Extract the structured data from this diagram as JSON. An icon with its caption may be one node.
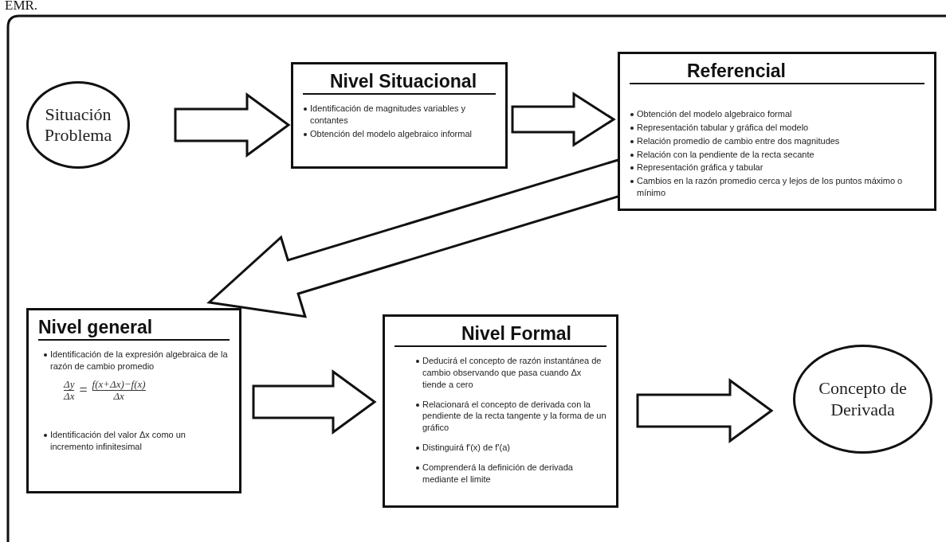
{
  "diagram": {
    "nodes": [
      {
        "text": [
          "Situación Problema"
        ]
      },
      {
        "text": [
          "Nivel Situacional",
          "Identificación de  magnitudes variables y contantes",
          "Obtención del modelo algebraico informal"
        ]
      },
      {
        "text": [
          "Referencial",
          "Obtención del modelo algebraico formal",
          "Representación tabular y gráfica del modelo",
          "Relación promedio de cambio entre dos magnitudes",
          "Relación con la pendiente de la recta secante",
          "Representación gráfica y tabular",
          "Cambios en la razón promedio cerca y lejos de los puntos máximo o mínimo"
        ]
      },
      {
        "text": [
          "Nivel general",
          "Identificación de la expresión algebraica de la razón de cambio promedio",
          "Δy",
          "Δx",
          "=",
          "f(x+Δx)−f(x)",
          "Δx",
          "Identificación del valor Δx  como un incremento infinitesimal"
        ]
      },
      {
        "text": [
          "Nivel Formal",
          "Deducirá el concepto de razón instantánea de cambio observando que pasa cuando  Δx  tiende a cero",
          "Relacionará el concepto de derivada con la pendiente de la recta tangente y la forma de un gráfico",
          "Distinguirá f'(x) de f'(a)",
          "Comprenderá la definición de derivada mediante el limite"
        ]
      },
      {
        "text": [
          "Concepto de Derivada"
        ]
      }
    ],
    "edges": [
      {
        "from": 0,
        "to": 1,
        "arrow": "to"
      },
      {
        "from": 1,
        "to": 2,
        "arrow": "to"
      },
      {
        "from": 2,
        "to": 3,
        "arrow": "to"
      },
      {
        "from": 3,
        "to": 4,
        "arrow": "to"
      },
      {
        "from": 4,
        "to": 5,
        "arrow": "to"
      }
    ],
    "labels": [
      "EMR."
    ]
  }
}
